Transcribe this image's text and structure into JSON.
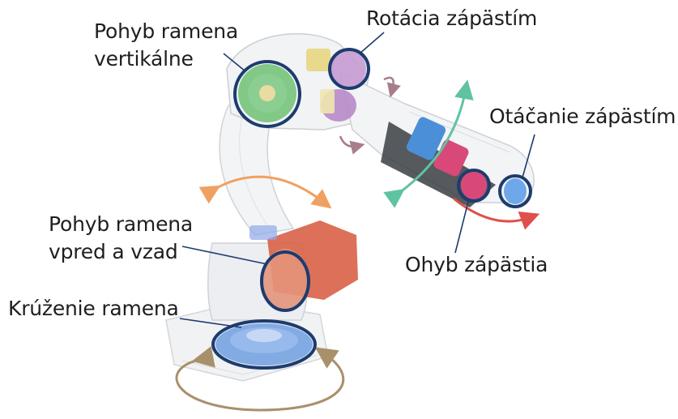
{
  "labels": {
    "wrist_rotation": "Rotácia zápästím",
    "arm_vertical_line1": "Pohyb ramena",
    "arm_vertical_line2": "vertikálne",
    "wrist_turning": "Otáčanie zápästím",
    "arm_forward_line1": "Pohyb ramena",
    "arm_forward_line2": "vpred a vzad",
    "wrist_bend": "Ohyb zápästia",
    "arm_circling": "Krúženie ramena"
  },
  "colors": {
    "marker_ring": "#1d3c6e",
    "shoulder_motor": "#6fbf73",
    "wrist_rotation_motor": "#b889c9",
    "forearm_motor": "#4a8fd8",
    "wrist_bend_motor": "#d8497a",
    "elbow_motor": "#d9644a",
    "base_motor": "#6f9fe0",
    "arrow_orange": "#f0a060",
    "arrow_teal": "#5fc3a3",
    "arrow_red": "#e0504a",
    "arrow_mauve": "#a87d8c",
    "arrow_tan": "#a8906a"
  }
}
